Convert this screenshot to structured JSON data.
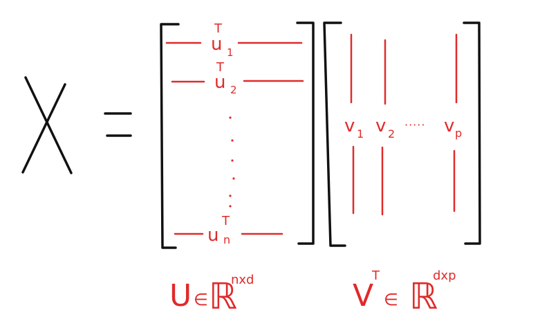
{
  "colors": {
    "ink": "#111111",
    "accent": "#e02a2a",
    "background": "#ffffff"
  },
  "lhs": {
    "symbol": "X"
  },
  "operator": {
    "symbol": "="
  },
  "matrix_u": {
    "rows": [
      {
        "base": "u",
        "sub": "1",
        "sup": "T"
      },
      {
        "base": "u",
        "sub": "2",
        "sup": "T"
      },
      {
        "base": "u",
        "sub": "n",
        "sup": "T"
      }
    ],
    "ellipsis": "·"
  },
  "matrix_vt": {
    "columns": [
      {
        "base": "v",
        "sub": "1"
      },
      {
        "base": "v",
        "sub": "2"
      },
      {
        "base": "v",
        "sub": "p"
      }
    ],
    "ellipsis": "·····"
  },
  "captions": {
    "u_caption": {
      "lhs": "U",
      "in": "∈",
      "set": "ℝ",
      "sup": "nxd"
    },
    "vt_caption": {
      "lhs": "V",
      "lhs_sup": "T",
      "in": "∈",
      "set": "ℝ",
      "sup": "dxp"
    }
  }
}
